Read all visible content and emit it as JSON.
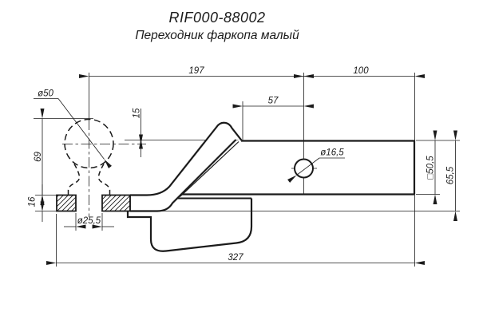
{
  "drawing": {
    "title": "RIF000-88002",
    "subtitle": "Переходник фаркопа малый",
    "line_color": "#1b1b1b",
    "background": "#ffffff",
    "dims": {
      "top_length": "197",
      "shank_length": "100",
      "hole_offset": "57",
      "ball_center_offset": "15",
      "ball_height": "69",
      "plate_thickness": "16",
      "plate_hole_dia": "ø25,5",
      "overall_length": "327",
      "pin_hole_dia": "ø16,5",
      "tube_square": "□50,5",
      "overall_height": "65,5",
      "ball_dia": "ø50"
    }
  }
}
